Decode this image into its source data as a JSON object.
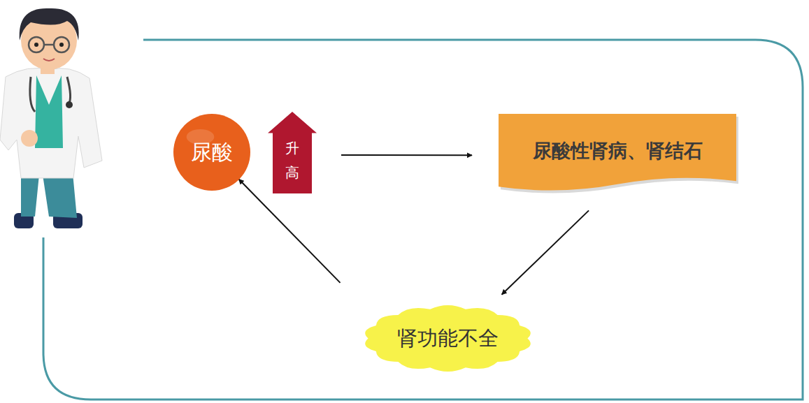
{
  "diagram": {
    "nodes": [
      {
        "text": [
          "尿酸"
        ]
      },
      {
        "text": [
          "升高"
        ]
      },
      {
        "text": [
          "尿酸性肾病、肾结石"
        ]
      },
      {
        "text": [
          "肾功能不全"
        ]
      }
    ],
    "edges": [
      {
        "from": 1,
        "to": 2,
        "arrow": "to"
      },
      {
        "from": 2,
        "to": 3,
        "arrow": "to"
      },
      {
        "from": 3,
        "to": 0,
        "arrow": "to"
      }
    ]
  }
}
